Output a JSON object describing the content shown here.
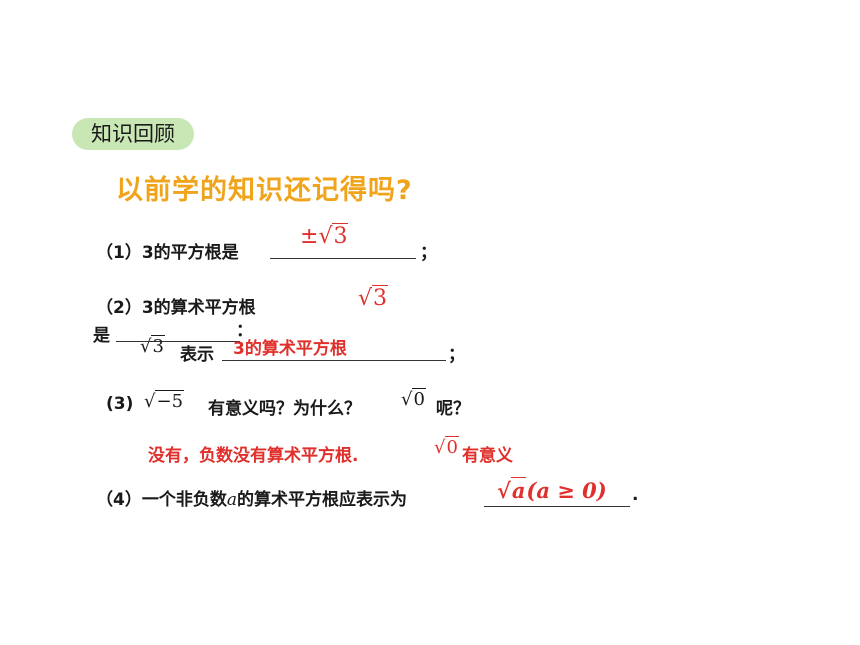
{
  "badge": {
    "label": "知识回顾"
  },
  "subtitle": "以前学的知识还记得吗?",
  "colors": {
    "accent": "#f0a41c",
    "answer": "#e0302c",
    "badge_bg": "#c9e7b4"
  },
  "q1": {
    "label": "（1）3的平方根是",
    "answer_pm": "±",
    "answer_radicand": "3",
    "end": "；"
  },
  "q2": {
    "label": "（2）3的算术平方根",
    "answer_radicand": "3",
    "line2_start": "是",
    "colon": "：",
    "radicand": "3",
    "means": "表示",
    "answer_text": "3的算术平方根",
    "end": "；"
  },
  "q3": {
    "label": "(3)",
    "radicand_neg5": "−5",
    "text": "有意义吗？为什么？",
    "radicand_0": "0",
    "end": "呢？",
    "answer_text": "没有，负数没有算术平方根.",
    "answer_radicand": "0",
    "answer_tail": "有意义"
  },
  "q4": {
    "label": "（4）一个非负数",
    "var": "a",
    "text": "的算术平方根应表示为",
    "answer_radicand": "a",
    "answer_cond": "(a ≥ 0)",
    "end": "."
  }
}
